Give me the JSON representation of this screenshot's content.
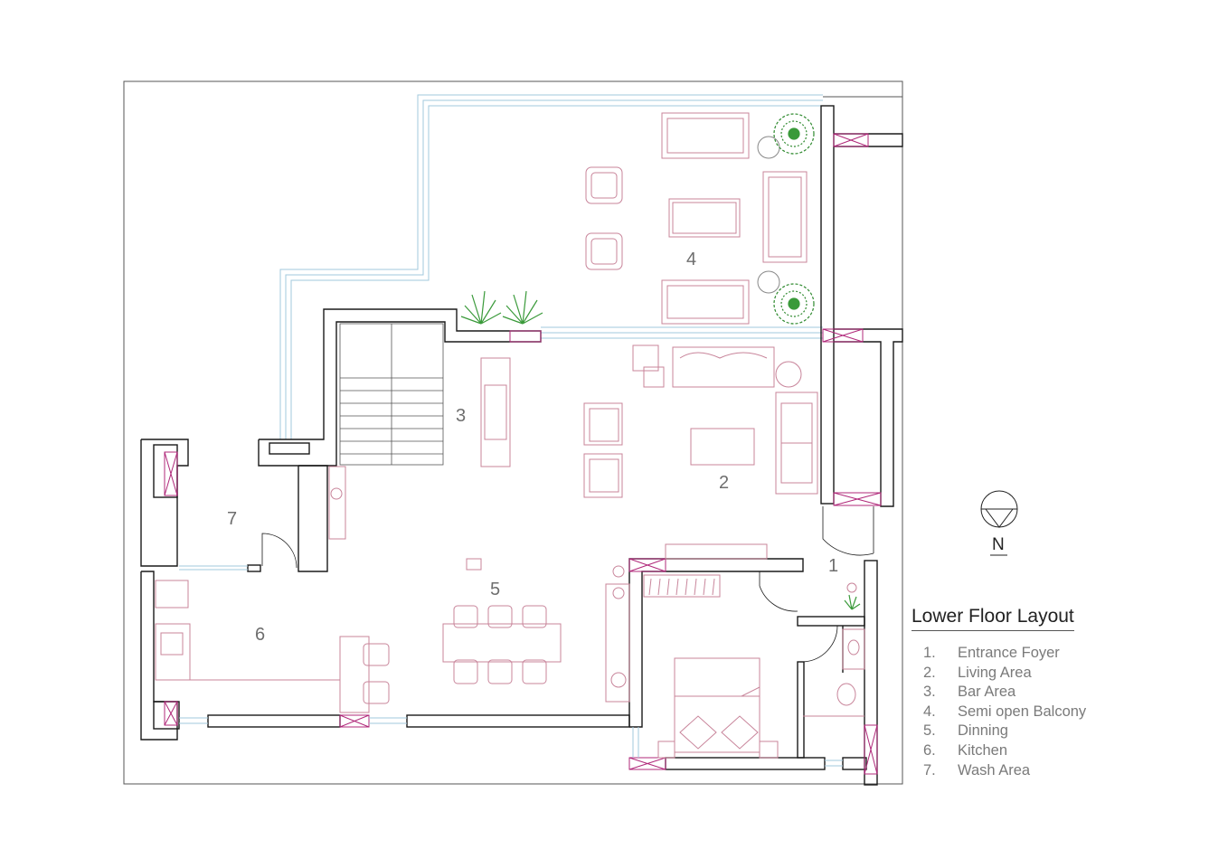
{
  "rooms": [
    {
      "id": "entrance-foyer",
      "number": "1"
    },
    {
      "id": "living-area",
      "number": "2"
    },
    {
      "id": "bar-area",
      "number": "3"
    },
    {
      "id": "semi-open-balcony",
      "number": "4"
    },
    {
      "id": "dinning",
      "number": "5"
    },
    {
      "id": "kitchen",
      "number": "6"
    },
    {
      "id": "wash-area",
      "number": "7"
    }
  ],
  "compass": {
    "label": "N"
  },
  "legend": {
    "title": "Lower Floor Layout",
    "items": [
      {
        "number": "1.",
        "label": "Entrance Foyer"
      },
      {
        "number": "2.",
        "label": "Living Area"
      },
      {
        "number": "3.",
        "label": "Bar Area"
      },
      {
        "number": "4.",
        "label": "Semi open Balcony"
      },
      {
        "number": "5.",
        "label": "Dinning"
      },
      {
        "number": "6.",
        "label": "Kitchen"
      },
      {
        "number": "7.",
        "label": "Wash Area"
      }
    ]
  },
  "colors": {
    "wall": "#1a1a1a",
    "furniture": "#c8849a",
    "window": "#a2c8dc",
    "window-frame": "#b0287a",
    "plant": "#3a9a3a"
  }
}
